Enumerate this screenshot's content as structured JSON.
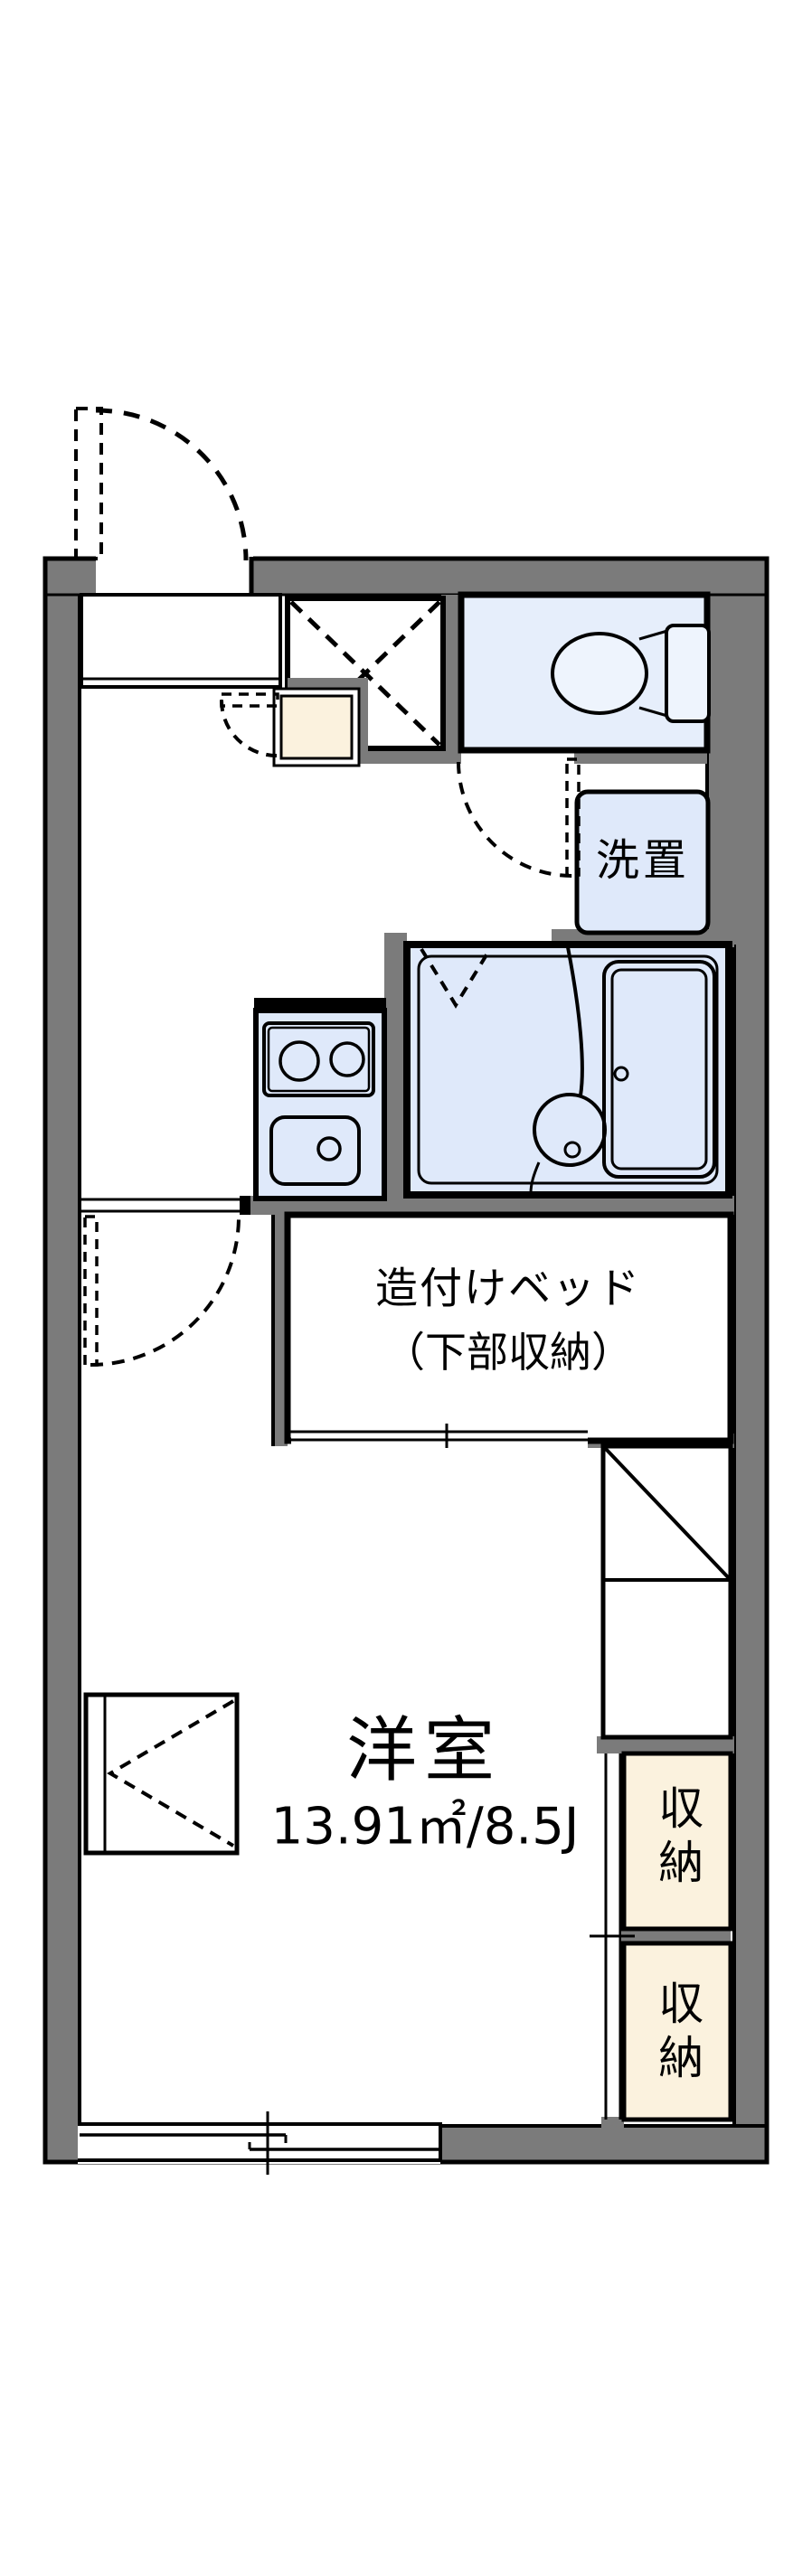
{
  "floorplan": {
    "rooms": {
      "laundry_label": "洗置",
      "bed_label_line1": "造付けベッド",
      "bed_label_line2": "（下部収納）",
      "main_room_name": "洋室",
      "main_room_area": "13.91㎡/8.5J",
      "storage_upper_label": "収納",
      "storage_lower_label": "収納"
    },
    "colors": {
      "wall_gray": "#7b7b7b",
      "fixture_blue": "#dfe9fa",
      "toilet_blue": "#e6eefb",
      "storage_cream": "#fbf2de",
      "outline_black": "#000000"
    }
  }
}
